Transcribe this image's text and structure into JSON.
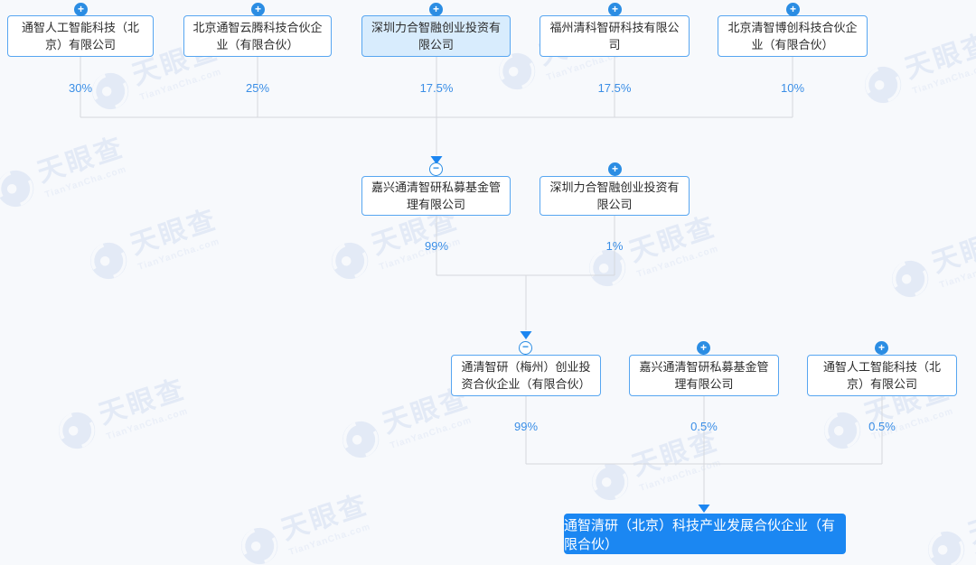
{
  "watermark": {
    "brand": "天眼查",
    "domain": "TianYanCha.com"
  },
  "icons": {
    "expand": "+",
    "collapse": "−",
    "arrow_down": "▼"
  },
  "colors": {
    "accent_blue": "#1b87f2",
    "node_border_blue": "#57a6f1",
    "highlight_node_bg": "#d8ecfd",
    "percent_text_blue": "#3a8ee6",
    "connector_gray": "#d5d8dd",
    "page_bg": "#f7f9fc"
  },
  "equity_chart": {
    "top_row": [
      {
        "label": "通智人工智能科技（北京）有限公司",
        "percent": "30%"
      },
      {
        "label": "北京通智云腾科技合伙企业（有限合伙）",
        "percent": "25%"
      },
      {
        "label": "深圳力合智融创业投资有限公司",
        "percent": "17.5%",
        "highlighted": true
      },
      {
        "label": "福州清科智研科技有限公司",
        "percent": "17.5%"
      },
      {
        "label": "北京清智博创科技合伙企业（有限合伙）",
        "percent": "10%"
      }
    ],
    "middle_row": [
      {
        "label": "嘉兴通清智研私募基金管理有限公司",
        "percent": "99%",
        "expanded": true
      },
      {
        "label": "深圳力合智融创业投资有限公司",
        "percent": "1%"
      }
    ],
    "third_row": [
      {
        "label": "通清智研（梅州）创业投资合伙企业（有限合伙）",
        "percent": "99%",
        "expanded": true
      },
      {
        "label": "嘉兴通清智研私募基金管理有限公司",
        "percent": "0.5%"
      },
      {
        "label": "通智人工智能科技（北京）有限公司",
        "percent": "0.5%"
      }
    ],
    "target_company": {
      "label": "通智清研（北京）科技产业发展合伙企业（有限合伙）"
    }
  }
}
